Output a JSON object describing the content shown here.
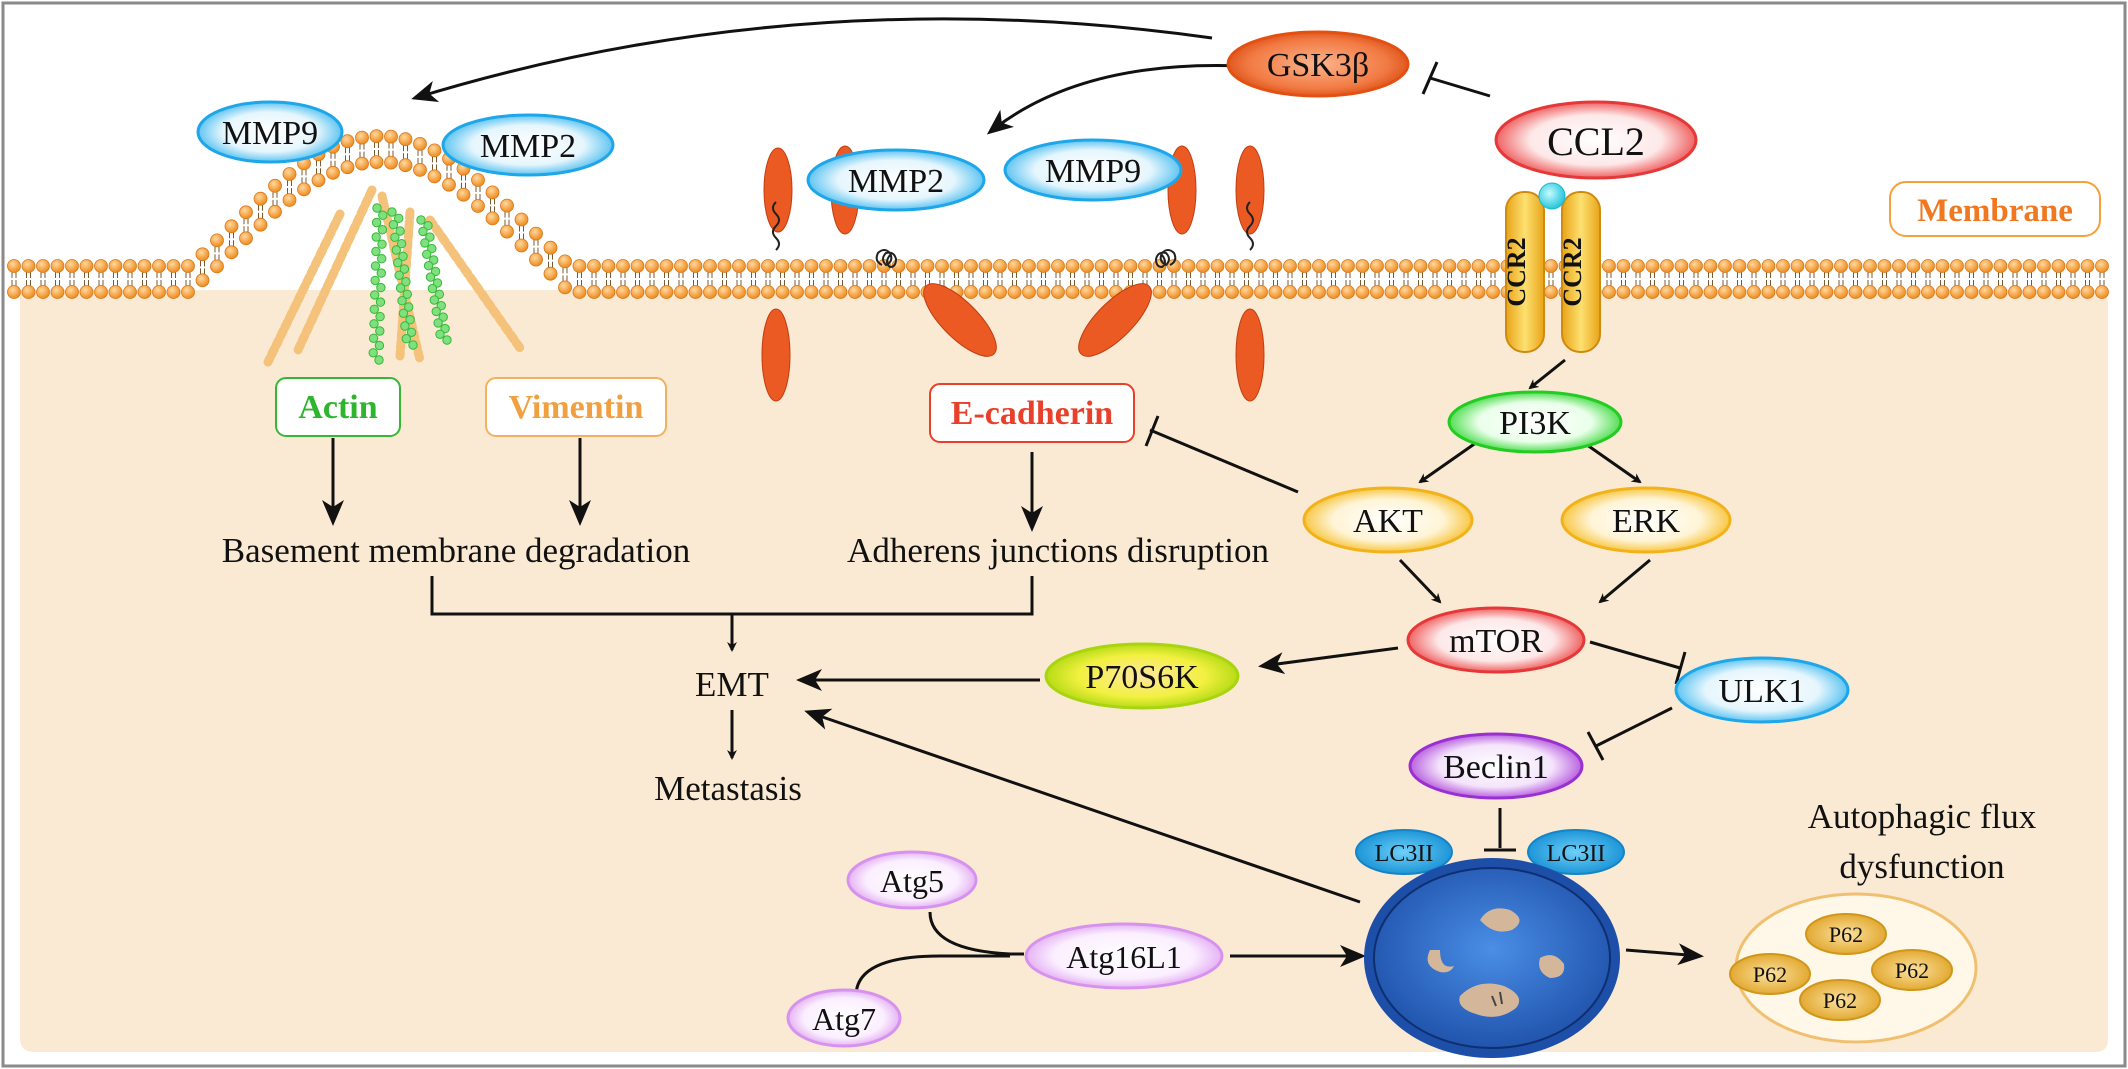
{
  "labels": {
    "gsk3b": "GSK3β",
    "ccl2": "CCL2",
    "ccr2_left": "CCR2",
    "ccr2_right": "CCR2",
    "membrane": "Membrane",
    "mmp9_left": "MMP9",
    "mmp2_left": "MMP2",
    "mmp2_mid": "MMP2",
    "mmp9_mid": "MMP9",
    "actin": "Actin",
    "vimentin": "Vimentin",
    "ecadherin": "E-cadherin",
    "pi3k": "PI3K",
    "akt": "AKT",
    "erk": "ERK",
    "mtor": "mTOR",
    "p70s6k": "P70S6K",
    "ulk1": "ULK1",
    "beclin1": "Beclin1",
    "lc3ii_left": "LC3II",
    "lc3ii_right": "LC3II",
    "atg5": "Atg5",
    "atg7": "Atg7",
    "atg16l1": "Atg16L1",
    "bm_degradation": "Basement membrane degradation",
    "aj_disruption": "Adherens junctions disruption",
    "emt": "EMT",
    "metastasis": "Metastasis",
    "flux_line1": "Autophagic flux",
    "flux_line2": "dysfunction",
    "p62_a": "P62",
    "p62_b": "P62",
    "p62_c": "P62",
    "p62_d": "P62"
  },
  "colors": {
    "cytoplasm": "#fbead3",
    "membrane_bead": "#f5a03a",
    "cadherin": "#e85a24",
    "ecadherin_text": "#e8402a",
    "actin_text": "#2db52d",
    "vimentin_text": "#f0a040",
    "membrane_text": "#f07820"
  }
}
